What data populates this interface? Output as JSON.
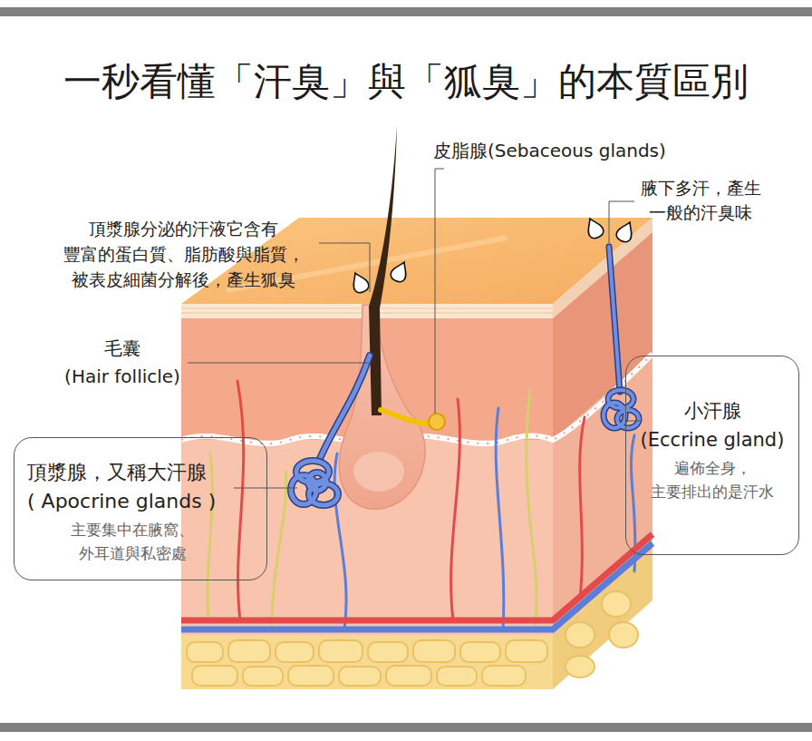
{
  "diagram": {
    "title": "一秒看懂「汗臭」與「狐臭」的本質區別",
    "nodes": [
      {
        "text": [
          "頂漿腺，又稱大汗腺",
          "( Apocrine glands )",
          "主要集中在腋窩、 外耳道與私密處"
        ]
      },
      {
        "text": [
          "小汗腺",
          "(Eccrine gland)",
          "遍佈全身， 主要排出的是汗水"
        ]
      }
    ],
    "labels": [
      "皮脂腺(Sebaceous glands)",
      "腋下多汗，產生 一般的汗臭味",
      "頂漿腺分泌的汗液它含有 豐富的蛋白質、脂肪酸與脂質， 被表皮細菌分解後，產生狐臭",
      "毛囊",
      "(Hair follicle)"
    ]
  }
}
